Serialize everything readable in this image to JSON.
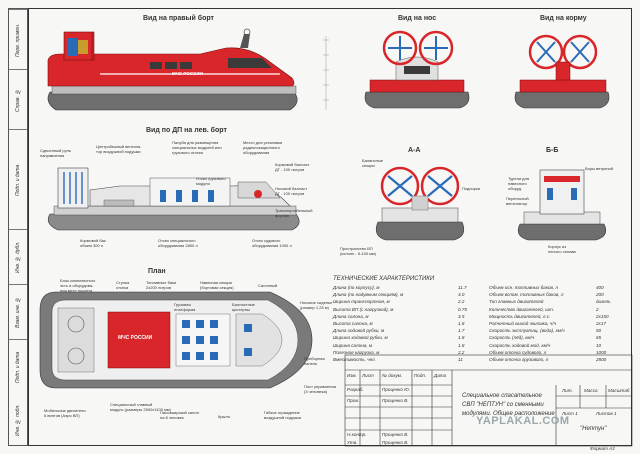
{
  "views": {
    "starboard": "Вид на правый борт",
    "bow": "Вид на нос",
    "stern": "Вид на корму",
    "port_section": "Вид по ДП на лев. борт",
    "section_aa": "А-А",
    "section_bb": "Б-Б",
    "plan": "План"
  },
  "hull": {
    "name_small": "МЧС РОССИИ",
    "side_text": "МЧС РОССИИ"
  },
  "side_strip": [
    "Перв. примен.",
    "Справ. №",
    "Подп. и дата",
    "Инв. № дубл.",
    "Взам. инв. №",
    "Подп. и дата",
    "Инв. № подл."
  ],
  "section_annotations": {
    "n1": "Сдвоенный руль\nнаправления",
    "n2": "Центробежный вентиля-\nтор воздушной подушки",
    "n3": "Палуба для размещения\nспециальных модулей или\nгрузового отсека",
    "n4": "Место для установки\nрадиолокационного\nоборудования",
    "n5": "Кормовой балласт\nДГ - 100 литров",
    "n6": "Отсек специального\nоборудования 2800 л",
    "n7": "Отсек грузового\nмодуля",
    "n8": "Отсек судового\nоборудования 1000 л",
    "n9": "Носовой балласт\nДГ - 100 литров",
    "n10": "Кормовой бак\nобъем 300 л",
    "n11": "Транспортабельный\nфорпик"
  },
  "aa_annotations": {
    "a1": "Балансные\nсекции",
    "a2": "Подпорки",
    "a3": "Пространство ВП\n(колонн - 5-100 мм)"
  },
  "bb_annotations": {
    "b1": "Турели для\nнавесного\nоборуд.",
    "b2": "Переносной\nвентилятор",
    "b3": "Корпус из\nлегкого сплава",
    "b4": "Воры ветряной"
  },
  "plan_annotations": {
    "p1": "Блок комплексного\nэсть и оборудова-\nния мест ночлега",
    "p2": "Стулья\nотсека",
    "p3": "Топливные баки\n2х200 литров",
    "p4": "Навесная секция\n(бортовая секция)",
    "p5": "Салонный",
    "p6": "Грузовая\nплатформа",
    "p7": "Балластные\nцистерны",
    "p8": "Мобильные двигатели\n6 винтов (Аэро ВП)",
    "p9": "Специальный главный\nмодуль (размеры 2500х1100 мм)",
    "p10": "Пассажирский салон\nна 8 человек",
    "p11": "Крыло",
    "p12": "Гибкое ограждение\nвоздушной подушки",
    "p13": "Носовое сиденье\n(размер 1,25 м)",
    "p14": "Приборная\nпанель",
    "p15": "Пост управления\n(3 человека)"
  },
  "specs_title": "ТЕХНИЧЕСКИЕ ХАРАКТЕРИСТИКИ",
  "specs_left": [
    {
      "label": "Длина (по корпусу), м",
      "value": "11.7"
    },
    {
      "label": "Длина (по надувным секциям), м",
      "value": "4.0"
    },
    {
      "label": "Ширина транспортная, м",
      "value": "2.2"
    },
    {
      "label": "Высота ВП (с нагрузкой), м",
      "value": "0.75"
    },
    {
      "label": "Длина салона, м",
      "value": "3.5"
    },
    {
      "label": "Высота салона, м",
      "value": "1.8"
    },
    {
      "label": "Длина ходовой рубки, м",
      "value": "1.7"
    },
    {
      "label": "Ширина ходовой рубки, м",
      "value": "1.8"
    },
    {
      "label": "Ширина салона, м",
      "value": "1.8"
    },
    {
      "label": "Полезная нагрузка, м",
      "value": "2.2"
    },
    {
      "label": "Вместимость, чел.",
      "value": "11"
    }
  ],
  "specs_right": [
    {
      "label": "Объем осн. топливных баков, л",
      "value": "400"
    },
    {
      "label": "Объем вспом. топливных баков, л",
      "value": "200"
    },
    {
      "label": "Тип главных двигателей",
      "value": "дизель"
    },
    {
      "label": "Количество двигателей, шт.",
      "value": "2"
    },
    {
      "label": "Мощность двигателей, л.с.",
      "value": "2х150"
    },
    {
      "label": "Расчетный выход экипажа, ч/ч",
      "value": "2х17"
    },
    {
      "label": "Скорость эксплуатац. (вода), км/ч",
      "value": "50"
    },
    {
      "label": "Скорость (лёд), км/ч",
      "value": "65"
    },
    {
      "label": "Скорость ходовой мод, км/ч",
      "value": "10"
    },
    {
      "label": "Объем отсека судового, л",
      "value": "1000"
    },
    {
      "label": "Объем отсека грузового, л",
      "value": "2800"
    }
  ],
  "title_block": {
    "rows": [
      {
        "role": "Изм.",
        "name": "Лист",
        "doc": "№ докум.",
        "sign": "Подп.",
        "date": "Дата"
      },
      {
        "role": "Разраб.",
        "name": "Проценко Ю.",
        "doc": "",
        "sign": "",
        "date": ""
      },
      {
        "role": "Пров.",
        "name": "Проценко В.",
        "doc": "",
        "sign": "",
        "date": ""
      },
      {
        "role": "",
        "name": "",
        "doc": "",
        "sign": "",
        "date": ""
      },
      {
        "role": "Н.контр.",
        "name": "Проценко В.",
        "doc": "",
        "sign": "",
        "date": ""
      },
      {
        "role": "Утв.",
        "name": "Проценко В.",
        "doc": "",
        "sign": "",
        "date": ""
      }
    ],
    "description": "Специальное спасательное\nСВП \"НЕПТУН\" со сменными\nмодулями. Общее расположение",
    "header_lit": "Лит.",
    "header_mass": "Масса",
    "header_scale": "Масштаб",
    "sheet": "Лист 1",
    "sheets": "Листов 1",
    "org": "\"Нептун\"",
    "format": "Формат А3"
  },
  "watermark": "YAPLAKAL.COM",
  "colors": {
    "red": "#d8262a",
    "dark": "#4a4a4a",
    "skirt": "#6e6e6e",
    "blue": "#2a6bb8",
    "light": "#dcdcdc"
  }
}
